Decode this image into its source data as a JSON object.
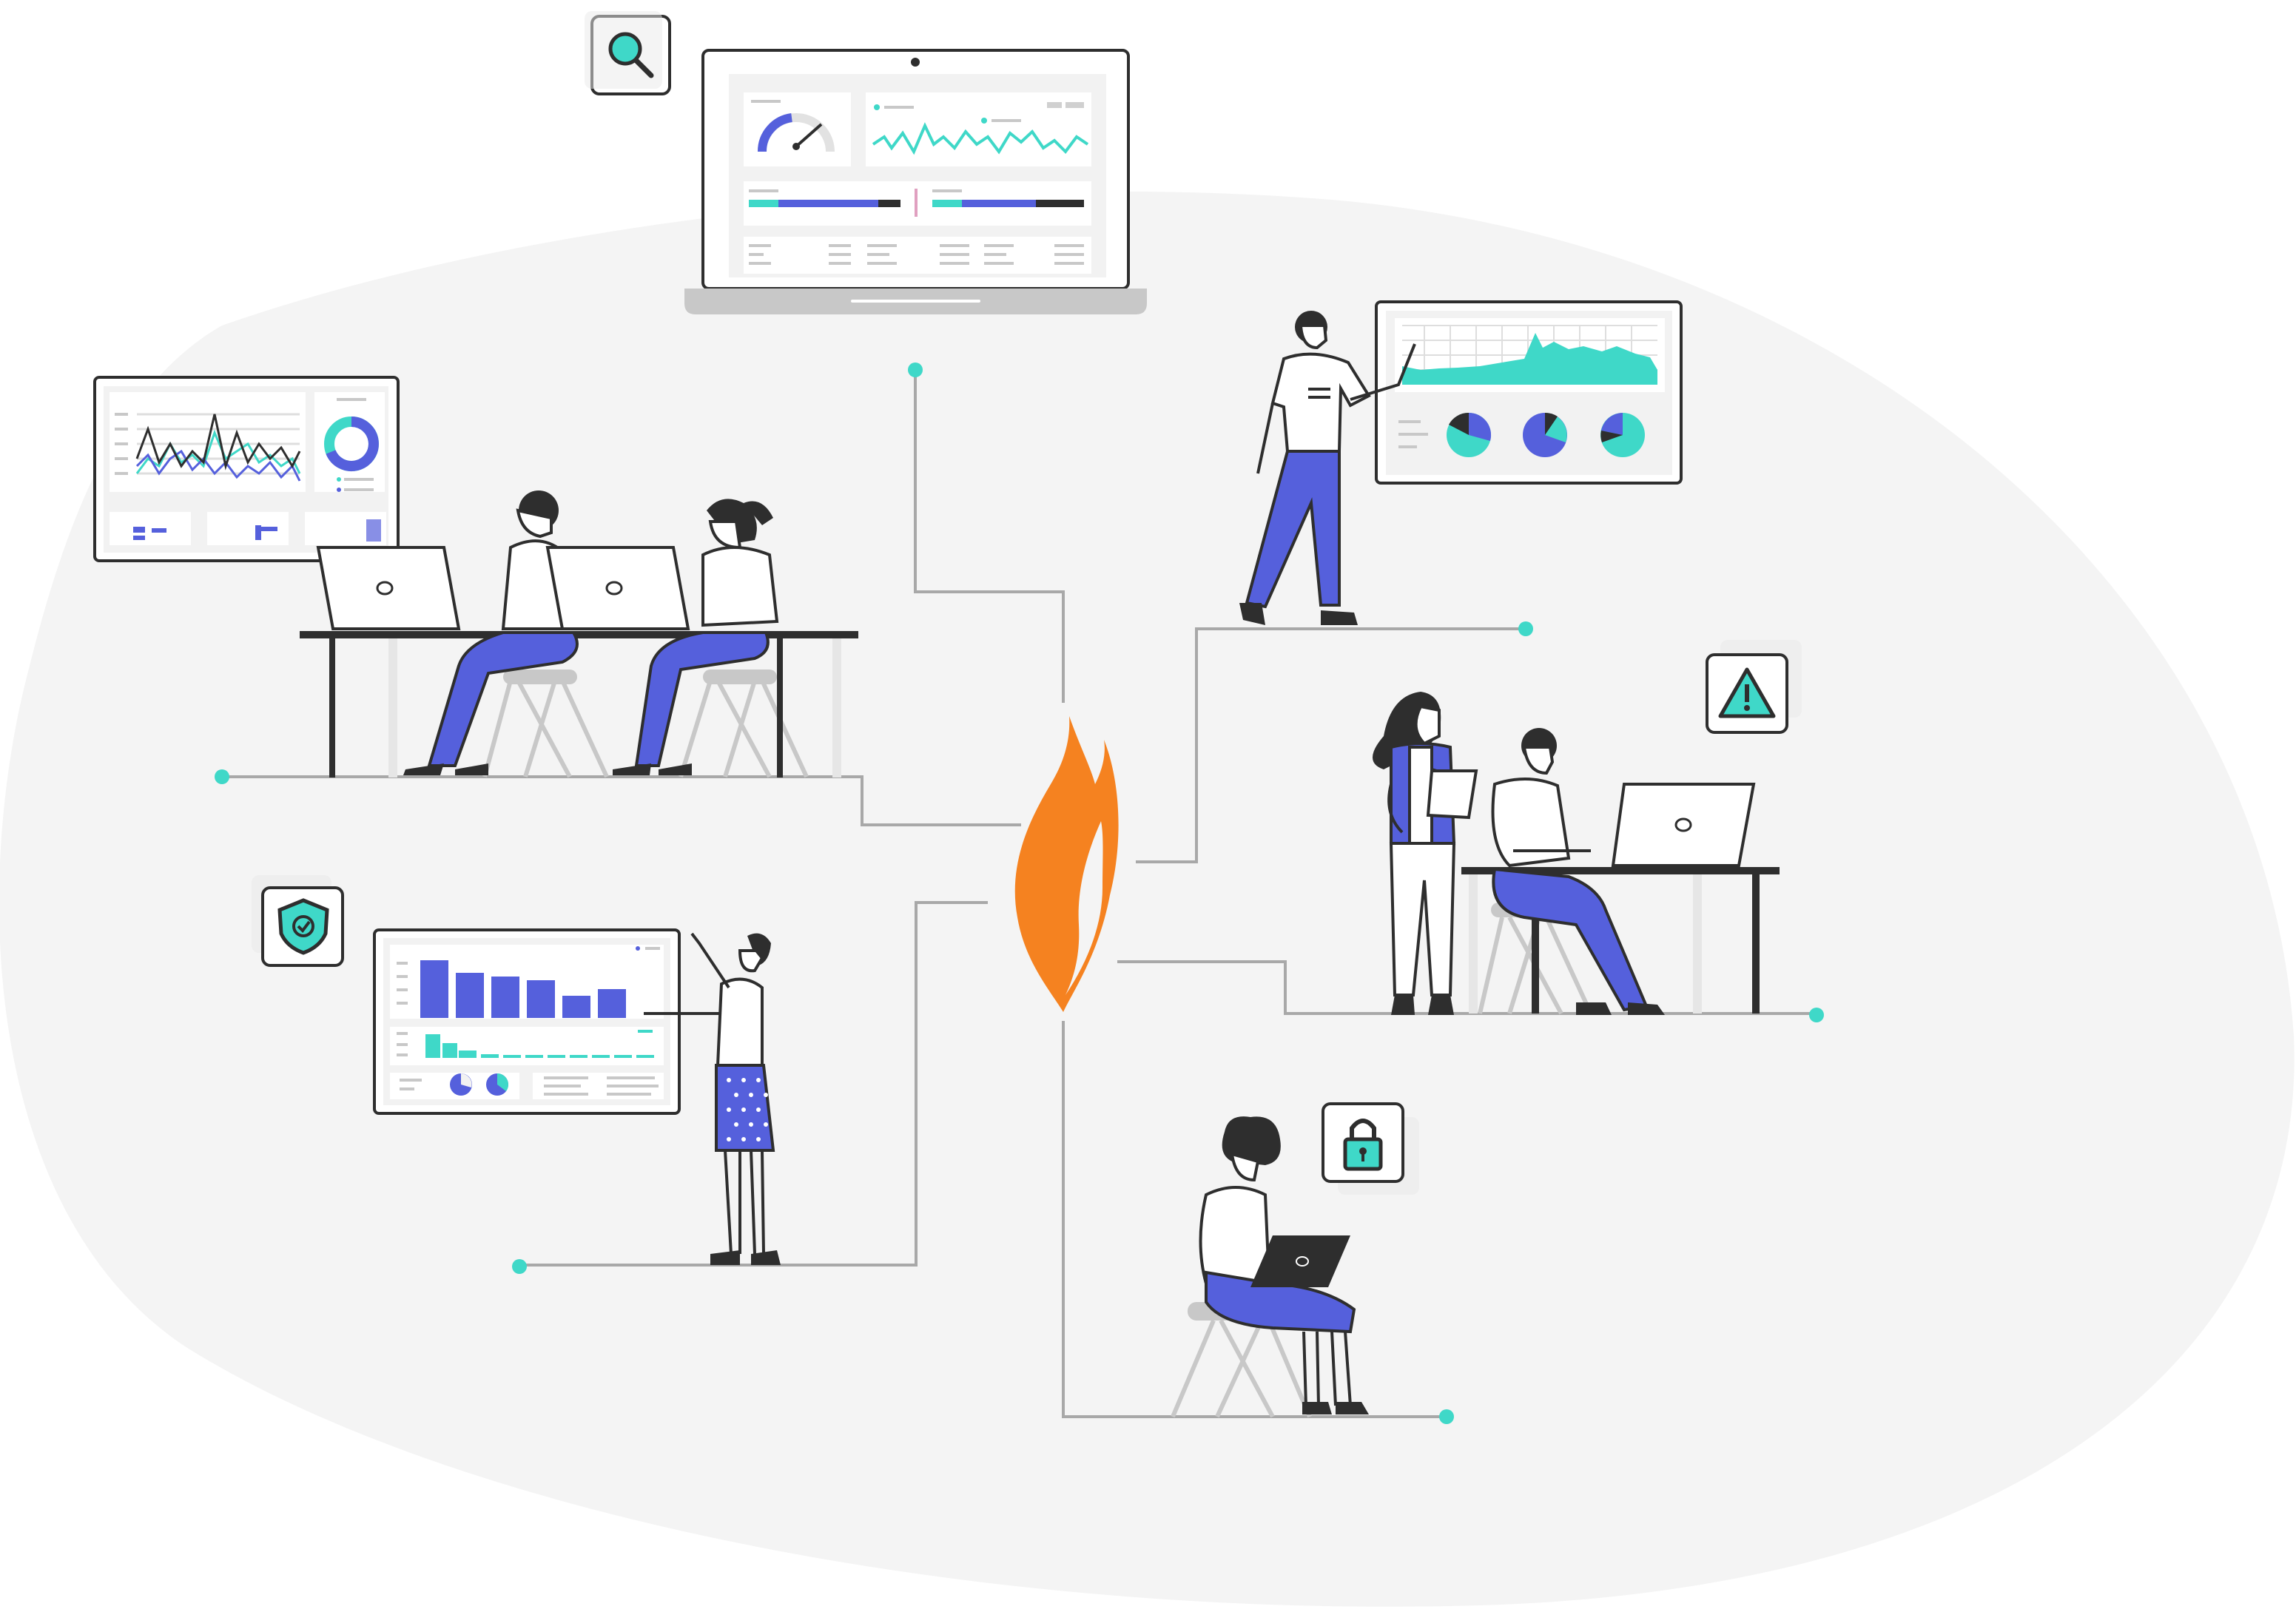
{
  "colors": {
    "background": "#ffffff",
    "blob": "#f4f4f4",
    "outline": "#2e2e2e",
    "accent_blue": "#5560dc",
    "accent_teal": "#3fd8c8",
    "connector": "#a8a8a8",
    "flame_orange": "#f58220",
    "panel_fill": "#f2f2f2",
    "icon_badge_bg": "#e9e9e9"
  },
  "icons": {
    "top": "magnifier-icon",
    "left": "shield-check-icon",
    "right": "warning-triangle-icon",
    "bottom": "padlock-icon",
    "center": "flame-logo-icon"
  },
  "gauge_level": 0.72,
  "chart_marks": {
    "bars_blue": [
      1.0,
      0.78,
      0.72,
      0.66,
      0.38,
      0.5
    ],
    "bars_teal": [
      1.0,
      0.35,
      0.2,
      0.2,
      0.2,
      0.2,
      0.2,
      0.2
    ],
    "donut_fraction": 0.78,
    "pie_fractions": [
      0.7,
      0.55,
      0.25
    ]
  }
}
